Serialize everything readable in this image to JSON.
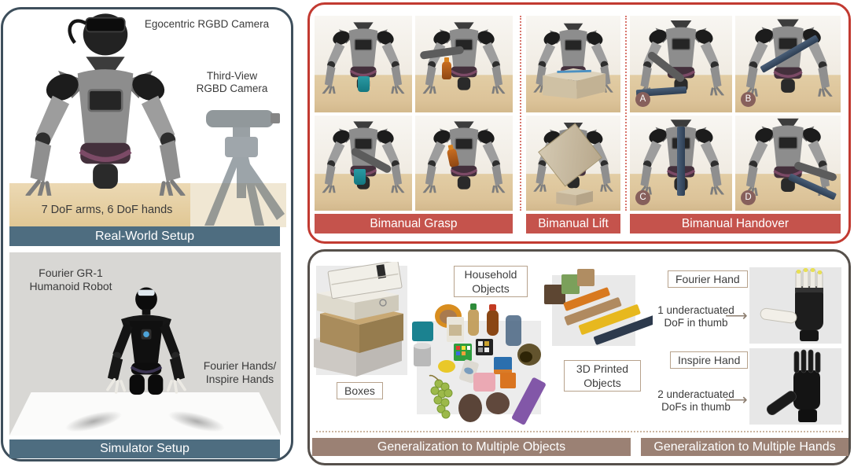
{
  "figure": {
    "left_panel": {
      "real_world": {
        "egocentric_camera_label": "Egocentric RGBD Camera",
        "third_view_camera_line1": "Third-View",
        "third_view_camera_line2": "RGBD Camera",
        "dof_caption": "7 DoF arms, 6 DoF hands",
        "banner": "Real-World Setup"
      },
      "simulator": {
        "robot_line1": "Fourier GR-1",
        "robot_line2": "Humanoid Robot",
        "hands_line1": "Fourier Hands/",
        "hands_line2": "Inspire Hands",
        "banner": "Simulator Setup"
      }
    },
    "tasks_panel": {
      "grasp_banner": "Bimanual Grasp",
      "lift_banner": "Bimanual Lift",
      "handover_banner": "Bimanual Handover",
      "handover_badges": [
        "A",
        "B",
        "C",
        "D"
      ]
    },
    "generalization_panel": {
      "boxes_label": "Boxes",
      "household_line1": "Household",
      "household_line2": "Objects",
      "printed_line1": "3D Printed",
      "printed_line2": "Objects",
      "objects_banner": "Generalization to Multiple Objects",
      "fourier_hand_label": "Fourier Hand",
      "fourier_note_line1": "1 underactuated",
      "fourier_note_line2": "DoF in thumb",
      "inspire_hand_label": "Inspire Hand",
      "inspire_note_line1": "2 underactuated",
      "inspire_note_line2": "DoFs in thumb",
      "hands_banner": "Generalization to Multiple Hands"
    },
    "icons": {
      "arrow_right": "⟶"
    },
    "colors": {
      "slate_banner": "#4e6d80",
      "red_banner": "#c5534c",
      "brown_banner": "#9b8174",
      "left_border": "#3e4f5c",
      "red_border": "#c23a31",
      "brown_border": "#56504b",
      "badge_bg": "#87605c",
      "table_tan": "#e3cda4"
    }
  }
}
